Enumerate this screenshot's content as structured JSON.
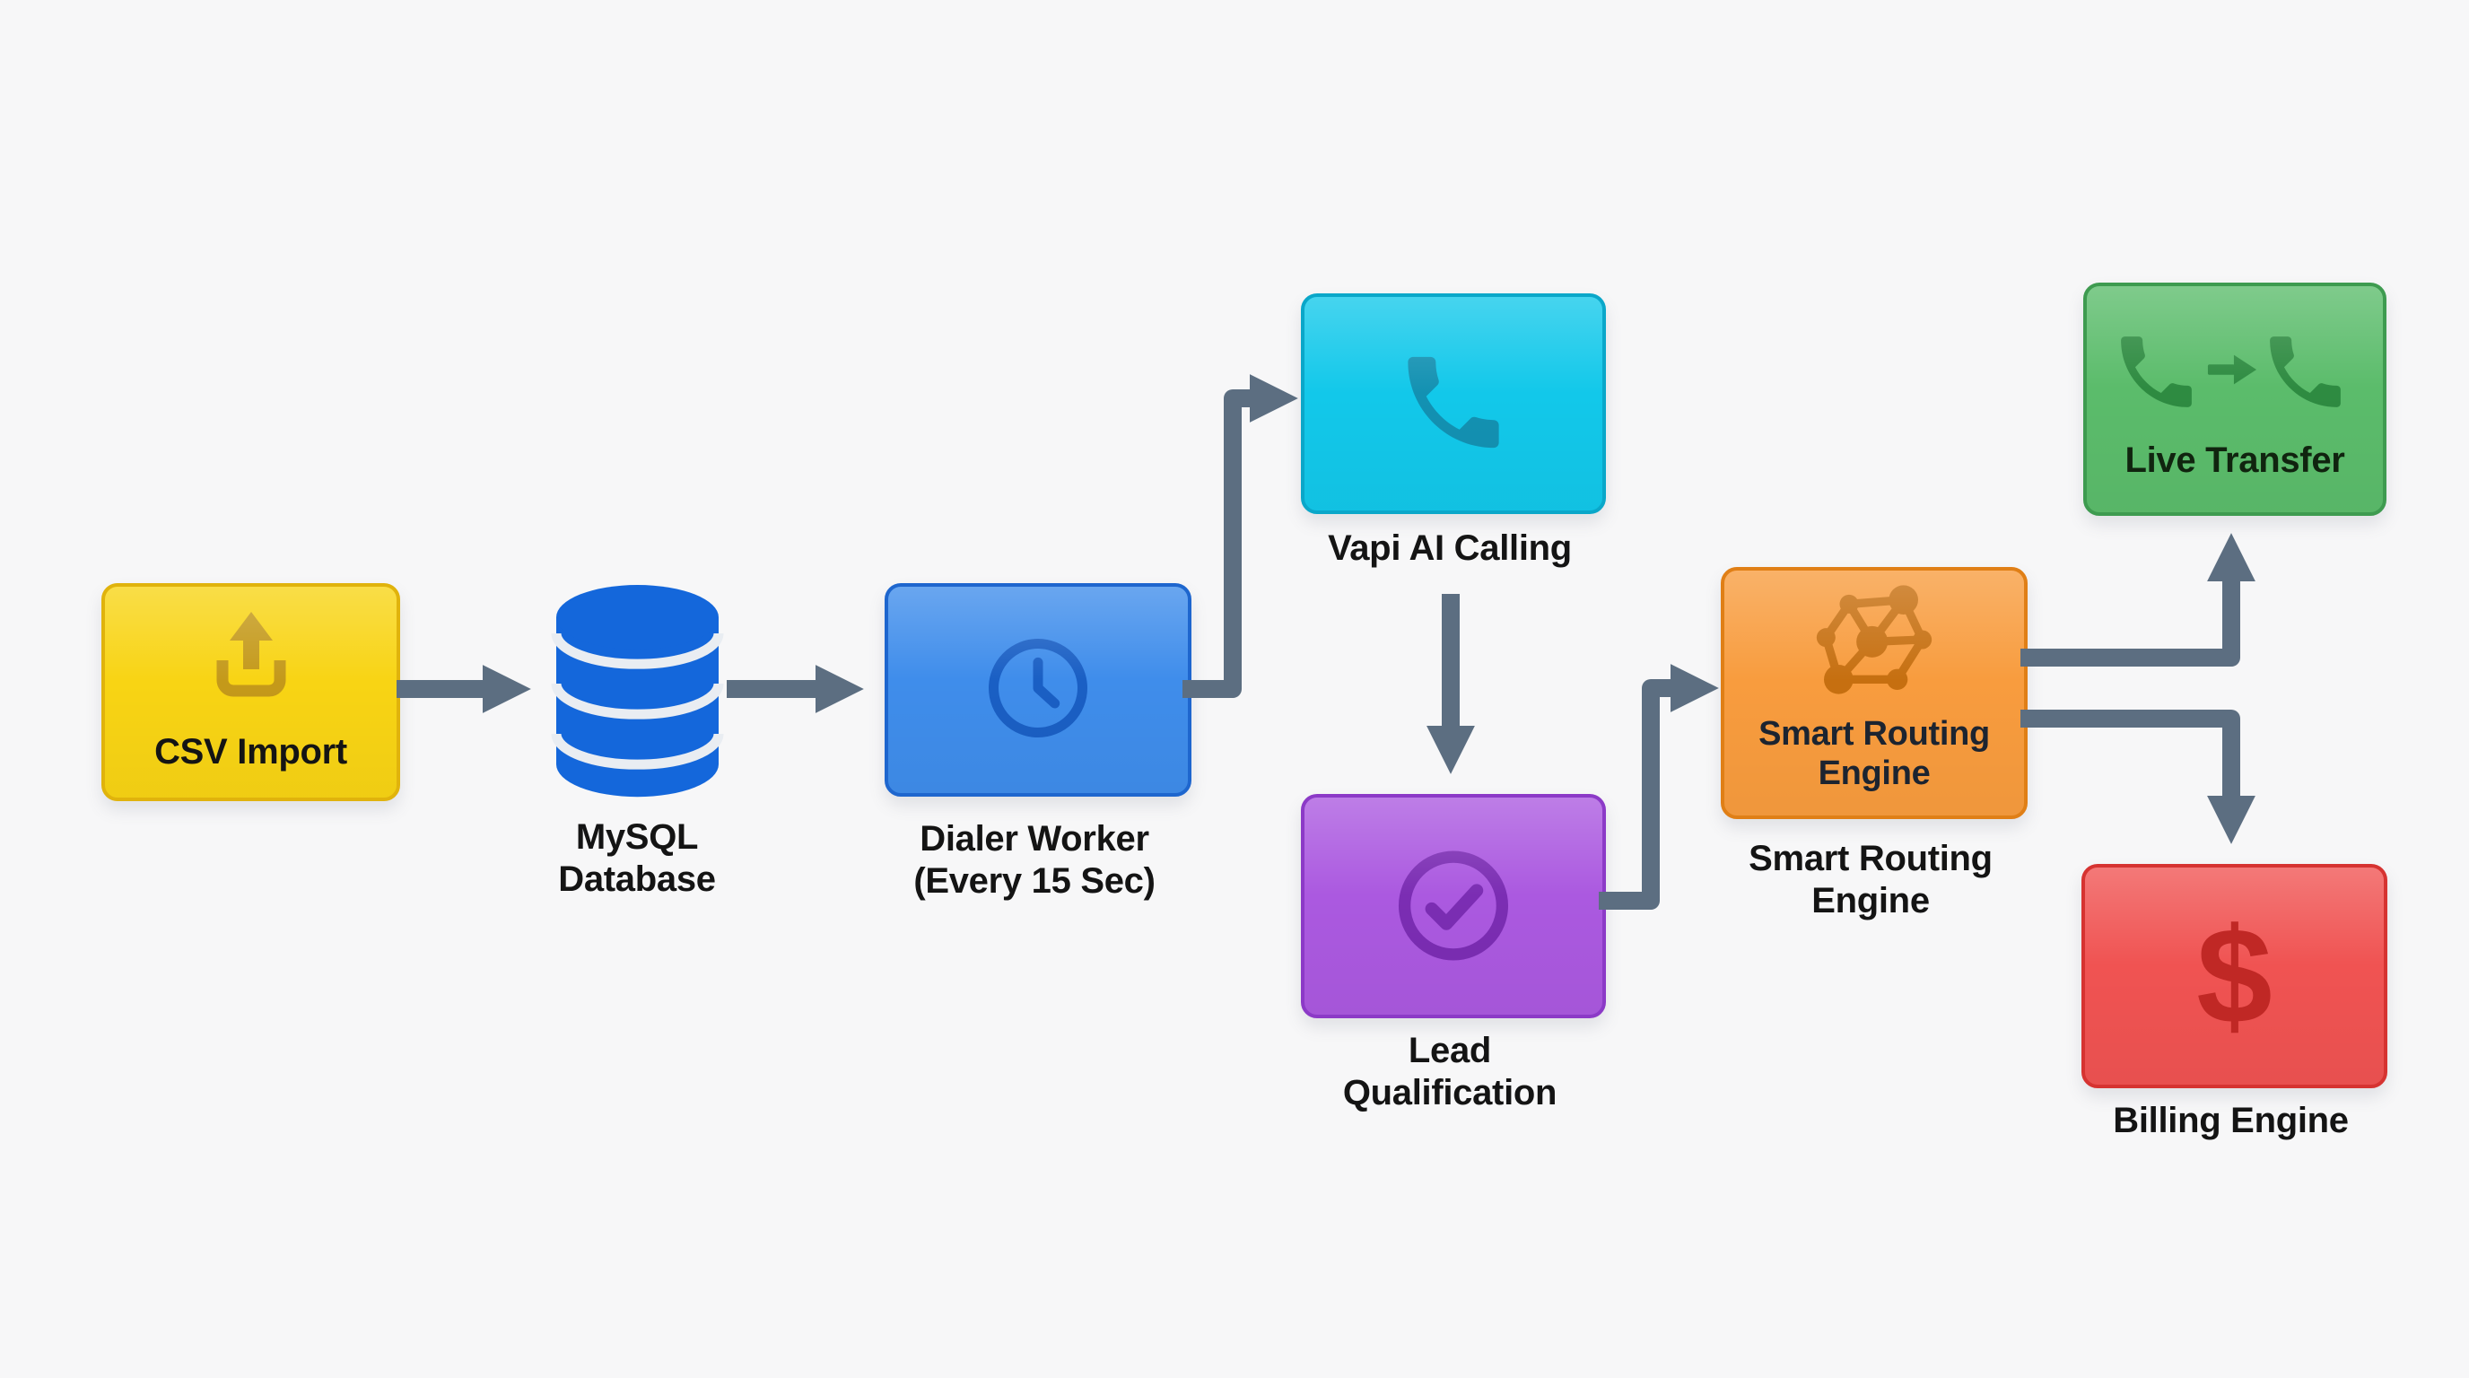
{
  "background": "#f7f7f8",
  "connector": {
    "color": "#5c6e81"
  },
  "nodes": [
    {
      "id": "csv-import",
      "label": "CSV Import",
      "label_placement": "inside",
      "icon": "upload-icon",
      "colors": {
        "fill": "#F8D414",
        "border": "#E0B30C",
        "icon": "#C4991A",
        "text": "#141414"
      }
    },
    {
      "id": "mysql-database",
      "label": "MySQL Database",
      "label_placement": "below",
      "icon": "database-icon",
      "colors": {
        "fill": "#1467DB",
        "border": "#1467DB",
        "icon": "#1467DB",
        "separator": "#E9EDF2",
        "text": "#141414"
      }
    },
    {
      "id": "dialer-worker",
      "label": "Dialer Worker (Every 15 Sec)",
      "label_placement": "below",
      "icon": "clock-icon",
      "colors": {
        "fill": "#3F8DEB",
        "border": "#1E66CE",
        "icon": "#1A5FC4",
        "text": "#141414"
      }
    },
    {
      "id": "vapi-ai-calling",
      "label": "Vapi AI Calling",
      "label_placement": "below",
      "icon": "phone-icon",
      "colors": {
        "fill": "#12C8EA",
        "border": "#0AA7C9",
        "icon": "#1391B2",
        "text": "#141414"
      }
    },
    {
      "id": "lead-qualification",
      "label": "Lead Qualification",
      "label_placement": "below",
      "icon": "check-circle-icon",
      "colors": {
        "fill": "#AB59E0",
        "border": "#8C3AC7",
        "icon": "#7B2DB3",
        "text": "#141414"
      }
    },
    {
      "id": "smart-routing-engine",
      "label": "Smart Routing Engine",
      "inside_label": "Smart Routing Engine",
      "label_placement": "inside-and-below",
      "icon": "network-icon",
      "colors": {
        "fill": "#F89C3E",
        "border": "#E07F16",
        "icon": "#C66F10",
        "text": "#141414",
        "inside_text": "#1c2430"
      }
    },
    {
      "id": "live-transfer",
      "label": "Live Transfer",
      "label_placement": "inside",
      "icon": "phone-transfer-icon",
      "colors": {
        "fill": "#5BBC6B",
        "border": "#3E9B50",
        "icon": "#2E8B41",
        "text": "#10240f"
      }
    },
    {
      "id": "billing-engine",
      "label": "Billing Engine",
      "label_placement": "below",
      "icon": "dollar-icon",
      "glyph": "$",
      "colors": {
        "fill": "#F05352",
        "border": "#D63331",
        "icon": "#C02825",
        "text": "#141414"
      }
    }
  ],
  "connections": [
    {
      "from": "csv-import",
      "to": "mysql-database"
    },
    {
      "from": "mysql-database",
      "to": "dialer-worker"
    },
    {
      "from": "dialer-worker",
      "to": "vapi-ai-calling"
    },
    {
      "from": "vapi-ai-calling",
      "to": "lead-qualification"
    },
    {
      "from": "lead-qualification",
      "to": "smart-routing-engine"
    },
    {
      "from": "smart-routing-engine",
      "to": "live-transfer"
    },
    {
      "from": "smart-routing-engine",
      "to": "billing-engine"
    }
  ]
}
